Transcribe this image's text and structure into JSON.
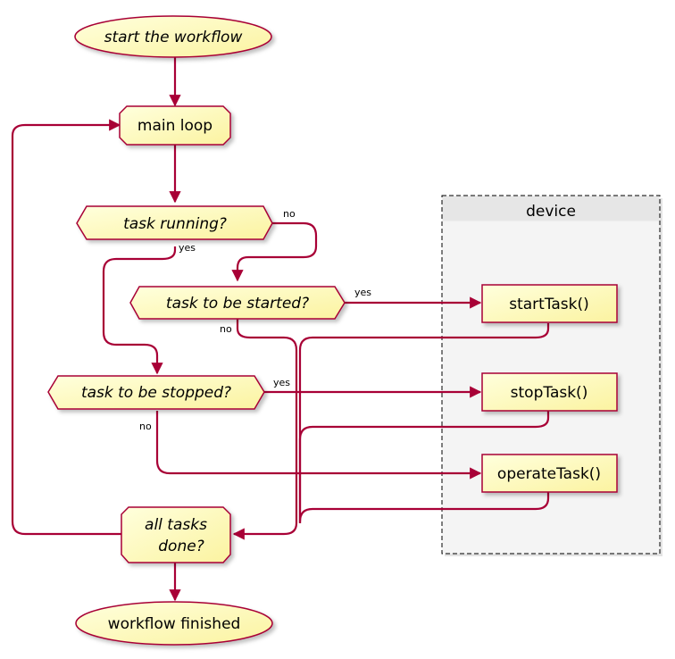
{
  "colors": {
    "node_fill_top": "#FEFECE",
    "node_fill_bottom": "#FBF5A6",
    "border": "#A80036",
    "edge": "#A80036",
    "frame_fill": "#F4F4F4",
    "frame_header": "#E8E8E8"
  },
  "nodes": {
    "start": "start the workflow",
    "main_loop": "main loop",
    "task_running": "task running?",
    "task_to_be_started": "task to be started?",
    "task_to_be_stopped": "task to be stopped?",
    "all_tasks_done_line1": "all tasks",
    "all_tasks_done_line2": "done?",
    "end": "workflow finished",
    "start_task": "startTask()",
    "stop_task": "stopTask()",
    "operate_task": "operateTask()"
  },
  "frame": {
    "title": "device"
  },
  "edge_labels": {
    "running_yes": "yes",
    "running_no": "no",
    "started_yes": "yes",
    "started_no": "no",
    "stopped_yes": "yes",
    "stopped_no": "no"
  }
}
